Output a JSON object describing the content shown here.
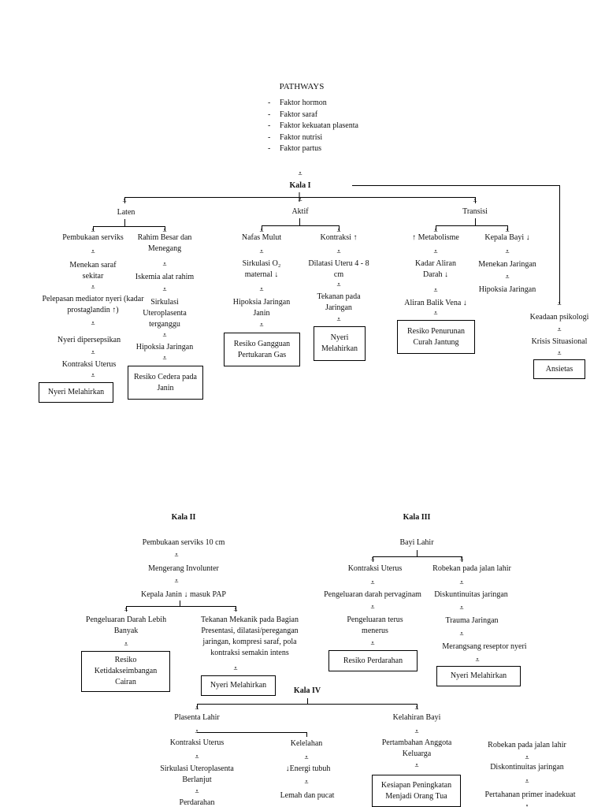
{
  "title": "PATHWAYS",
  "factors": [
    "Faktor hormon",
    "Faktor saraf",
    "Faktor kekuatan plasenta",
    "Faktor nutrisi",
    "Faktor partus"
  ],
  "kala1": {
    "label": "Kala I",
    "laten": {
      "label": "Laten",
      "col1": [
        "Pembukaan serviks",
        "Menekan saraf sekitar",
        "Pelepasan mediator nyeri (kadar prostaglandin ↑)",
        "Nyeri dipersepsikan",
        "Kontraksi Uterus"
      ],
      "col1_box": "Nyeri Melahirkan",
      "col2": [
        "Rahim Besar dan Menegang",
        "Iskemia alat rahim",
        "Sirkulasi Uteroplasenta terganggu",
        "Hipoksia Jaringan"
      ],
      "col2_box": "Resiko Cedera pada Janin"
    },
    "aktif": {
      "label": "Aktif",
      "col1": [
        "Nafas Mulut",
        "Sirkulasi O₂ maternal ↓",
        "Hipoksia Jaringan Janin"
      ],
      "col1_box": "Resiko Gangguan Pertukaran Gas",
      "col2": [
        "Kontraksi ↑",
        "Dilatasi Uteru 4 - 8 cm",
        "Tekanan pada Jaringan"
      ],
      "col2_box": "Nyeri Melahirkan"
    },
    "transisi": {
      "label": "Transisi",
      "col1": [
        "↑ Metabolisme",
        "Kadar Aliran Darah ↓",
        "Aliran Balik Vena ↓"
      ],
      "col1_box": "Resiko Penurunan Curah Jantung",
      "col2": [
        "Kepala Bayi ↓",
        "Menekan Jaringan",
        "Hipoksia Jaringan"
      ]
    },
    "psiko": [
      "Keadaan psikologi",
      "Krisis Situasional"
    ],
    "psiko_box": "Ansietas"
  },
  "kala2": {
    "label": "Kala II",
    "steps": [
      "Pembukaan serviks 10 cm",
      "Mengerang Involunter",
      "Kepala Janin ↓ masuk PAP"
    ],
    "left": "Pengeluaran Darah Lebih Banyak",
    "left_box": "Resiko Ketidakseimbangan Cairan",
    "right": "Tekanan Mekanik pada Bagian Presentasi, dilatasi/peregangan jaringan, kompresi saraf, pola kontraksi semakin intens",
    "right_box": "Nyeri Melahirkan"
  },
  "kala3": {
    "label": "Kala III",
    "top": "Bayi Lahir",
    "left": [
      "Kontraksi Uterus",
      "Pengeluaran darah pervaginam",
      "Pengeluaran terus menerus"
    ],
    "left_box": "Resiko Perdarahan",
    "right": [
      "Robekan pada jalan lahir",
      "Diskuntinuitas jaringan",
      "Trauma Jaringan",
      "Merangsang reseptor nyeri"
    ],
    "right_box": "Nyeri Melahirkan"
  },
  "kala4": {
    "label": "Kala IV",
    "plasenta": [
      "Plasenta Lahir",
      "Kontraksi Uterus",
      "Sirkulasi Uteroplasenta Berlanjut",
      "Perdarahan"
    ],
    "kelelahan": [
      "Kelelahan",
      "↓Energi tubuh",
      "Lemah dan pucat"
    ],
    "bayi": [
      "Kelahiran Bayi",
      "Pertambahan Anggota Keluarga"
    ],
    "bayi_box": "Kesiapan Peningkatan Menjadi Orang Tua",
    "robekan": [
      "Robekan pada jalan lahir",
      "Diskontinuitas jaringan",
      "Pertahanan primer inadekuat"
    ]
  }
}
